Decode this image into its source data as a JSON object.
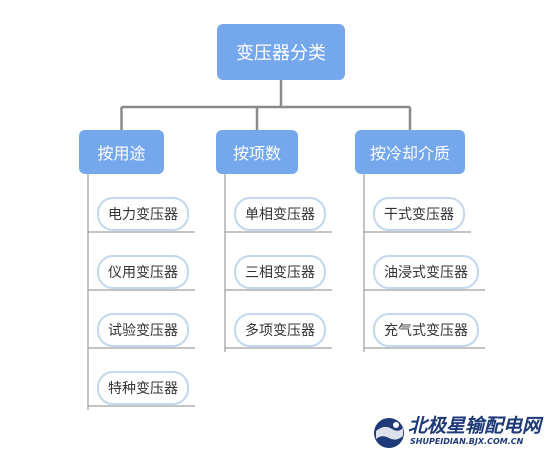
{
  "colors": {
    "node_fill": "#74A7EC",
    "connector": "#8A8A8A",
    "leaf_border": "#C3D7EF",
    "leaf_text": "#333333",
    "logo": "#1E3A78"
  },
  "root": {
    "label": "变压器分类"
  },
  "categories": [
    {
      "label": "按用途",
      "items": [
        "电力变压器",
        "仪用变压器",
        "试验变压器",
        "特种变压器"
      ]
    },
    {
      "label": "按项数",
      "items": [
        "单相变压器",
        "三相变压器",
        "多项变压器"
      ]
    },
    {
      "label": "按冷却介质",
      "items": [
        "干式变压器",
        "油浸式变压器",
        "充气式变压器"
      ]
    }
  ],
  "watermark": {
    "name": "北极星输配电网",
    "url": "SHUPEIDIAN.BJX.COM.CN",
    "icon": "globe-logo-icon"
  }
}
